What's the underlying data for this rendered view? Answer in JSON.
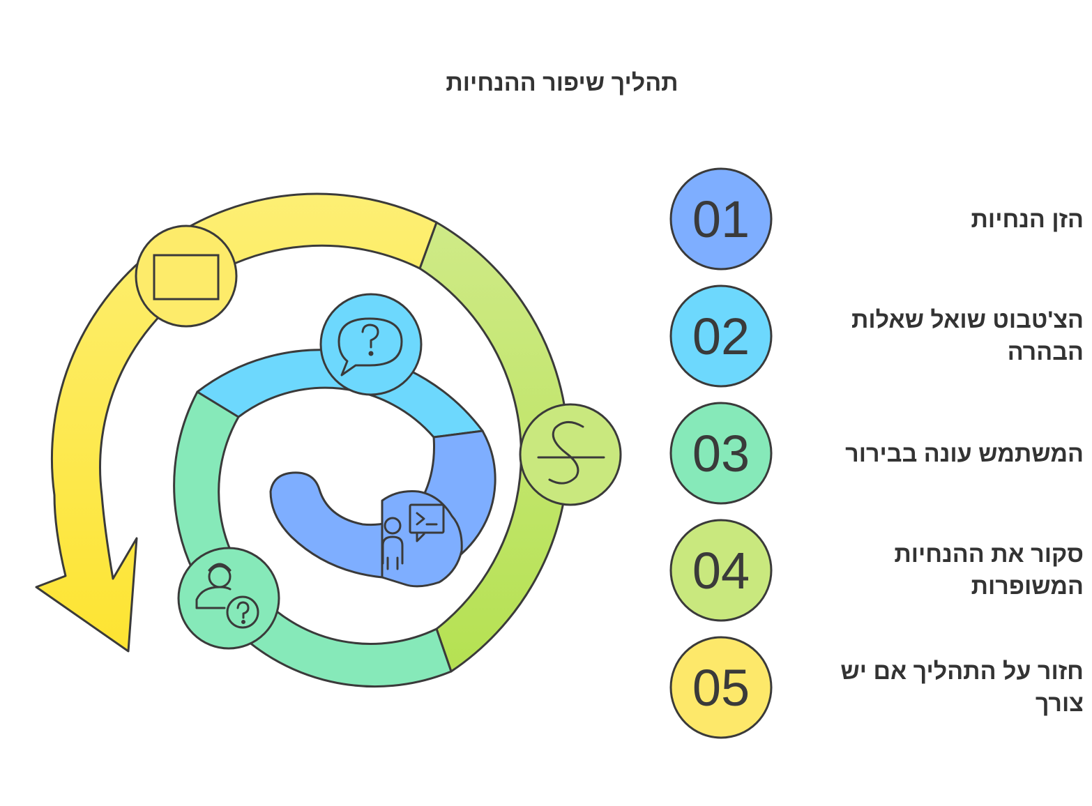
{
  "title": "תהליך שיפור ההנחיות",
  "steps": [
    {
      "number": "01",
      "label": "הזן הנחיות",
      "color": "#7eaeff",
      "icon": "rectangle-icon"
    },
    {
      "number": "02",
      "label": "הצ'טבוט שואל שאלות הבהרה",
      "color": "#6dd8fd",
      "icon": "question-bubble-icon"
    },
    {
      "number": "03",
      "label": "המשתמש עונה בבירור",
      "color": "#86e9b9",
      "icon": "user-question-icon"
    },
    {
      "number": "04",
      "label": "סקור את ההנחיות המשופרות",
      "color": "#c9e87e",
      "icon": "strikethrough-s-icon"
    },
    {
      "number": "05",
      "label": "חזור על התהליך אם יש צורך",
      "color": "#fde86a",
      "icon": "cycle-arrow-icon"
    }
  ],
  "colors": {
    "blue": "#7eaeff",
    "cyan": "#6dd8fd",
    "mint": "#86e9b9",
    "lime": "#c9e87e",
    "yellow": "#fde86a",
    "stroke": "#3a3a3a"
  }
}
